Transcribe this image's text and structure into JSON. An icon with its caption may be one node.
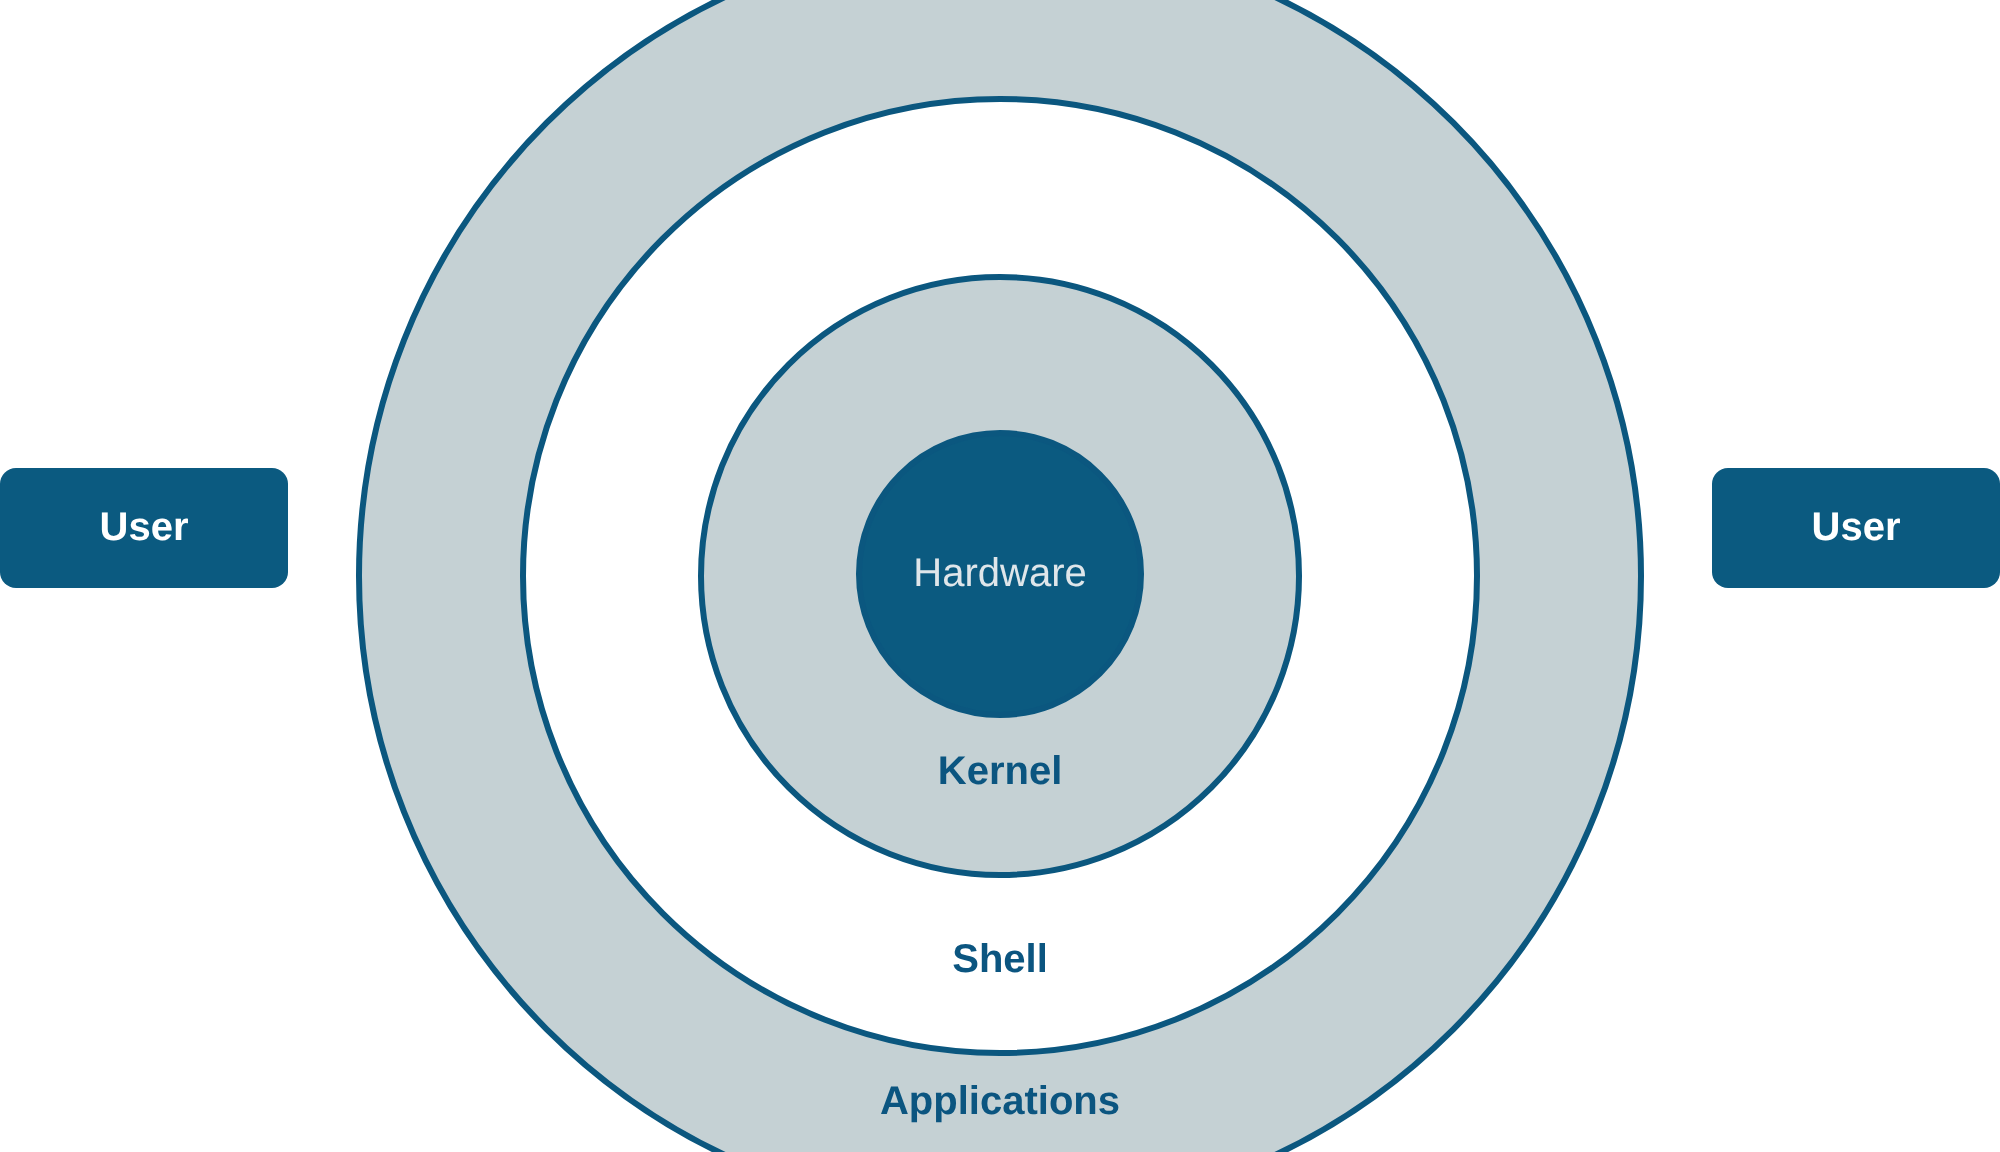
{
  "diagram": {
    "nodes": [
      {
        "text": [
          "Applications"
        ]
      },
      {
        "text": [
          "Shell"
        ],
        "in": 0
      },
      {
        "text": [
          "Kernel"
        ],
        "in": 1
      },
      {
        "text": [
          "Hardware"
        ],
        "in": 2
      },
      {
        "text": [
          "User"
        ]
      },
      {
        "text": [
          "User"
        ]
      }
    ]
  }
}
